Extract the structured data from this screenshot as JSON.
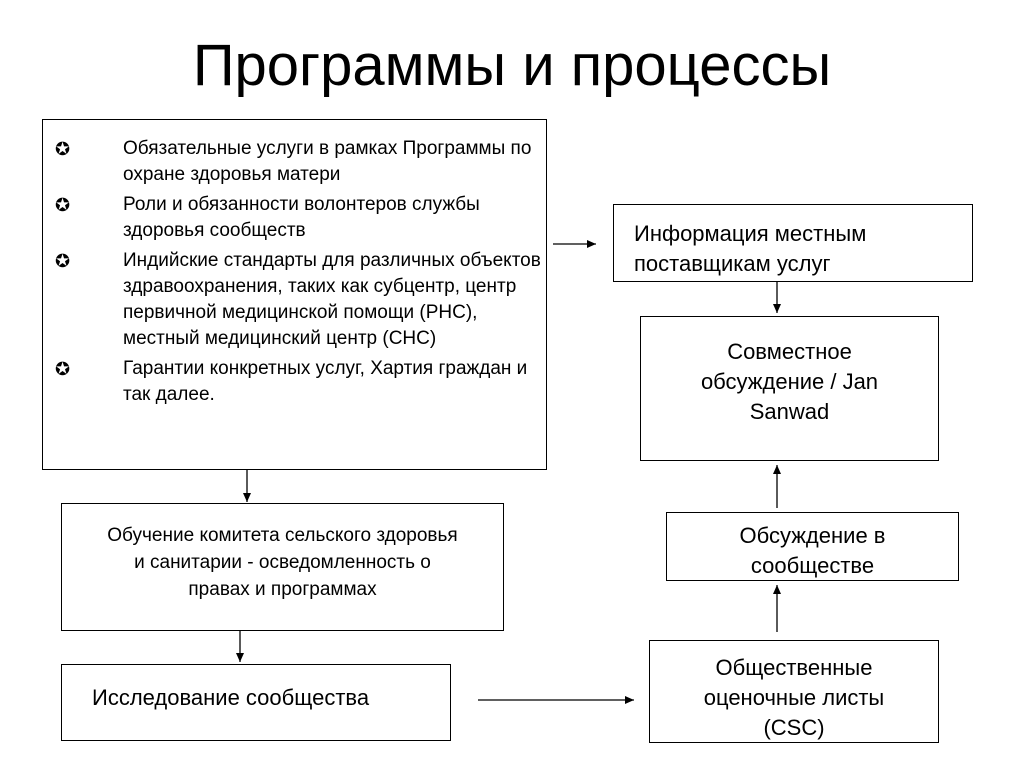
{
  "title": "Программы и процессы",
  "bullet_icon": "star-bullet-icon",
  "main_box": {
    "items": [
      "Обязательные услуги в рамках Программы по охране здоровья матери",
      "Роли и обязанности волонтеров службы здоровья сообществ",
      "Индийские стандарты  для различных объектов здравоохранения, таких как субцентр, центр первичной медицинской помощи (PHC), местный медицинский центр (CHC)",
      "Гарантии конкретных услуг, Хартия граждан и так далее."
    ]
  },
  "training_box": "Обучение комитета сельского здоровья и санитарии - осведомленность о правах и программах",
  "research_box": "Исследование сообщества",
  "info_box": "Информация местным поставщикам услуг",
  "joint_box": "Совместное обсуждение / Jan Sanwad",
  "community_box": "Обсуждение в сообществе",
  "csc_box": "Общественные оценочные листы (CSC)"
}
